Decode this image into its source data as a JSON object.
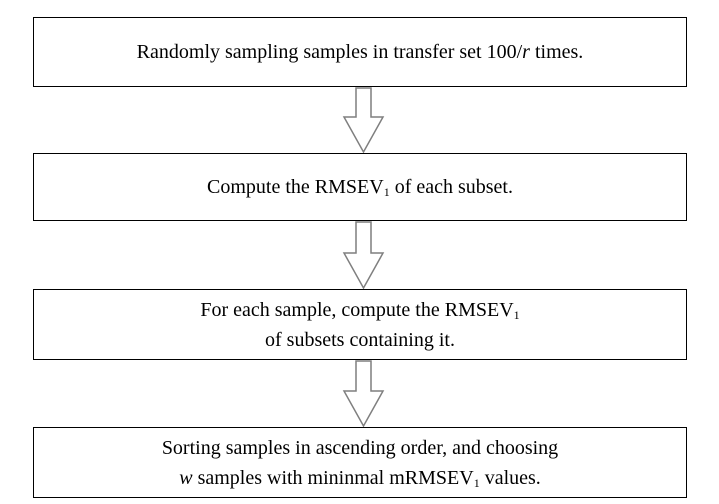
{
  "steps": [
    {
      "prefix": "Randomly sampling samples in transfer set 100/",
      "italic": "r",
      "suffix": " times."
    },
    {
      "prefix": "Compute the RMSEV",
      "sub": "1",
      "suffix": " of each subset."
    },
    {
      "line1_prefix": "For each sample, compute the RMSEV",
      "line1_sub": "1",
      "line2": "of subsets containing it."
    },
    {
      "line1": "Sorting samples in ascending order, and choosing",
      "line2_italic": "w",
      "line2_middle": " samples with mininmal mRMSEV",
      "line2_sub": "1",
      "line2_suffix": " values."
    }
  ],
  "colors": {
    "border": "#000000",
    "arrow_stroke": "#7f7f7f",
    "arrow_fill": "#ffffff",
    "background": "#ffffff"
  },
  "arrow_icon": "hollow-down-arrow-icon"
}
